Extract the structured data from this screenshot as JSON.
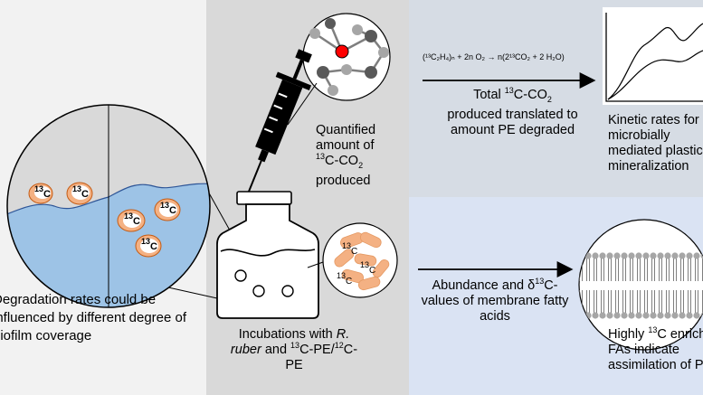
{
  "left": {
    "caption": "Degradation rates could be influenced by different degree of biofilm coverage",
    "particle_label": "C",
    "particle_isotope": "13",
    "colors": {
      "water": "#9dc3e6",
      "air": "#d9d9d9",
      "particle": "#f4b183"
    }
  },
  "middle": {
    "quantified_text": "Quantified amount of",
    "co2_isotope": "13",
    "co2_text": "C-CO",
    "co2_sub": "2",
    "produced_text": "produced",
    "incubation_text": "Incubations with",
    "species_genus": "R.",
    "species_epithet": "ruber",
    "and_text": "and",
    "pe13_isotope": "13",
    "pe13_text": "C-PE/",
    "pe12_isotope": "12",
    "pe12_text": "C-",
    "pe_tail": "PE"
  },
  "right_top": {
    "equation": "(¹³C₂H₄)ₙ + 2n O₂ → n(2¹³CO₂ + 2 H₂O)",
    "total_prefix": "Total",
    "total_isotope": "13",
    "total_co2": "C-CO",
    "total_co2_sub": "2",
    "total_rest": "produced translated to amount PE degraded",
    "kinetic_text": "Kinetic rates for microbially mediated plastic mineralization"
  },
  "right_bottom": {
    "abundance_text": "Abundance and δ",
    "abundance_isotope": "13",
    "abundance_rest_1": "C-",
    "abundance_rest_2": "values of membrane fatty acids",
    "highly_prefix": "Highly",
    "highly_isotope": "13",
    "highly_rest": "C enriched FAs indicate assimilation of PE"
  }
}
